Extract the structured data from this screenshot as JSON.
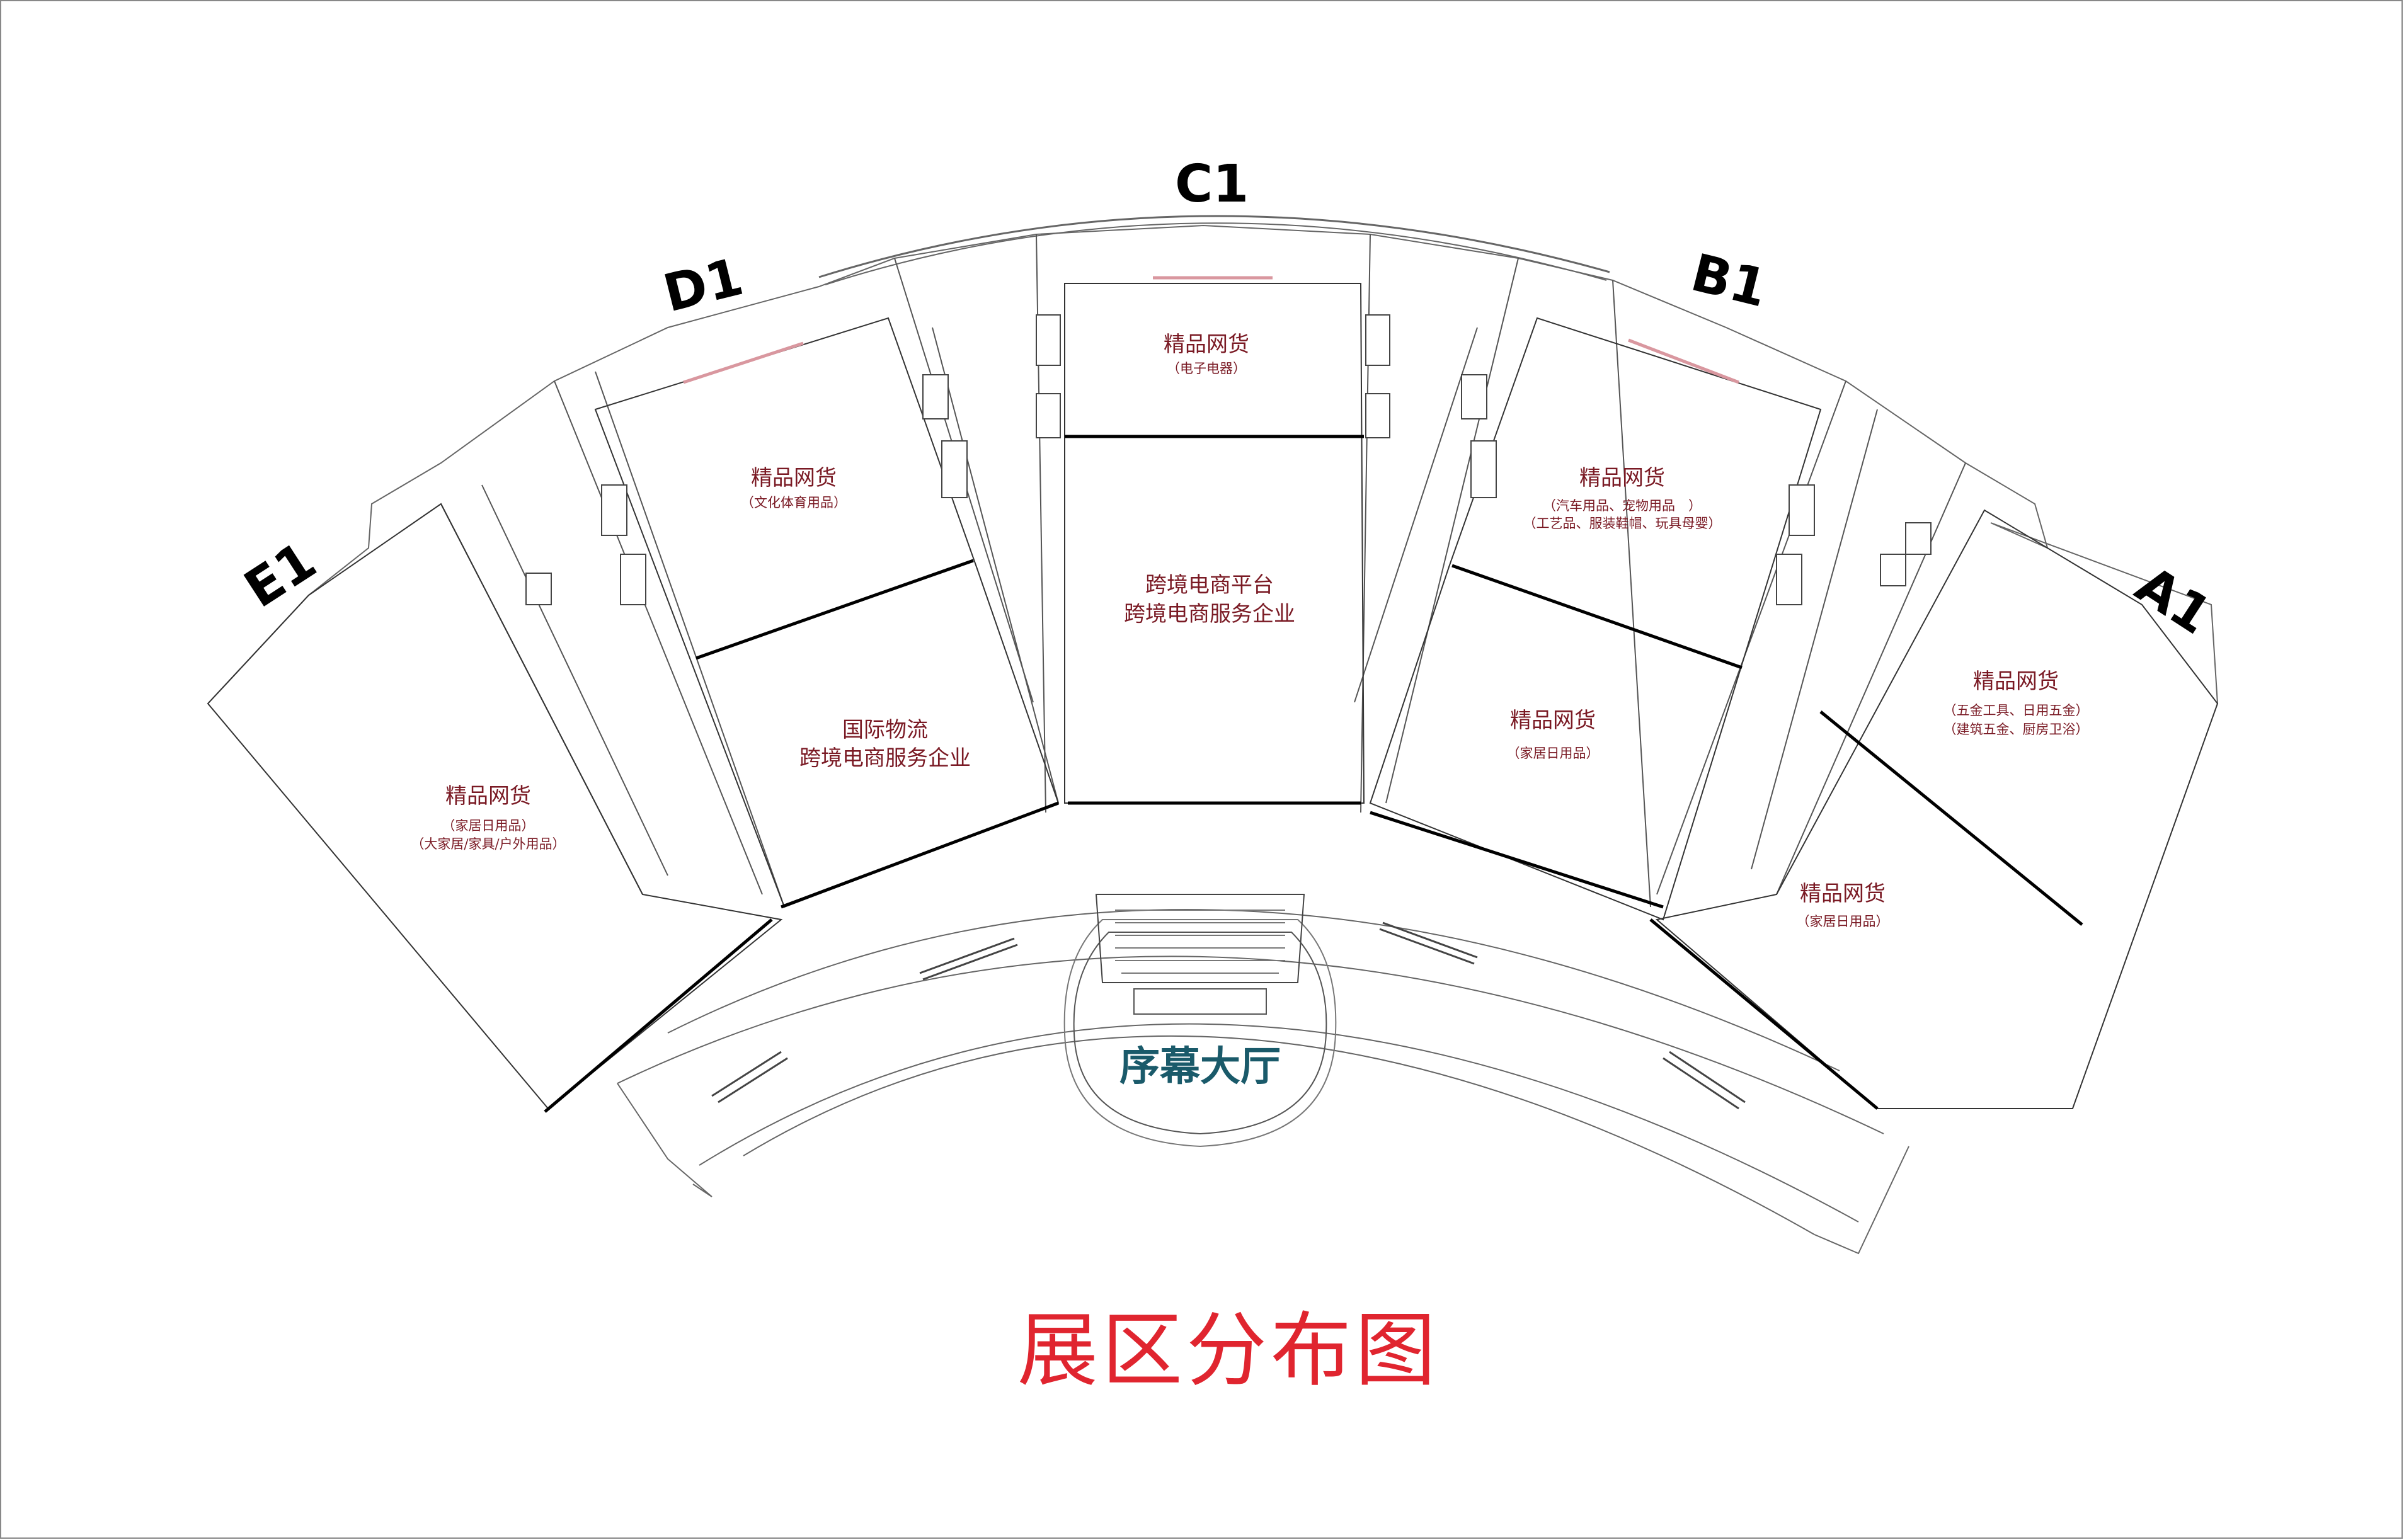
{
  "title": "展区分布图",
  "zones": {
    "e1": "E1",
    "d1": "D1",
    "c1": "C1",
    "b1": "B1",
    "a1": "A1"
  },
  "lobby": "序幕大厅",
  "halls": {
    "e1_main": {
      "title": "精品网货",
      "lines": [
        "（家居日用品）",
        "（大家居/家具/户外用品）"
      ]
    },
    "d1_upper": {
      "title": "精品网货",
      "lines": [
        "（文化体育用品）"
      ]
    },
    "d1_lower": {
      "title": "国际物流",
      "lines": [
        "跨境电商服务企业"
      ]
    },
    "c1_upper": {
      "title": "精品网货",
      "lines": [
        "（电子电器）"
      ]
    },
    "c1_lower": {
      "title": "跨境电商平台",
      "lines": [
        "跨境电商服务企业"
      ]
    },
    "b1_upper": {
      "title": "精品网货",
      "lines": [
        "（汽车用品、宠物用品　）",
        "（工艺品、服装鞋帽、玩具母婴）"
      ]
    },
    "b1_lower": {
      "title": "精品网货",
      "lines": [
        "（家居日用品）"
      ]
    },
    "a1_upper": {
      "title": "精品网货",
      "lines": [
        "（五金工具、日用五金）",
        "（建筑五金、厨房卫浴）"
      ]
    },
    "a1_lower": {
      "title": "精品网货",
      "lines": [
        "（家居日用品）"
      ]
    }
  },
  "colors": {
    "title_red": "#e0252f",
    "hall_text": "#7a1a24",
    "lobby_text": "#1a5a6a",
    "wall": "#000000",
    "thin_line": "#666666"
  }
}
